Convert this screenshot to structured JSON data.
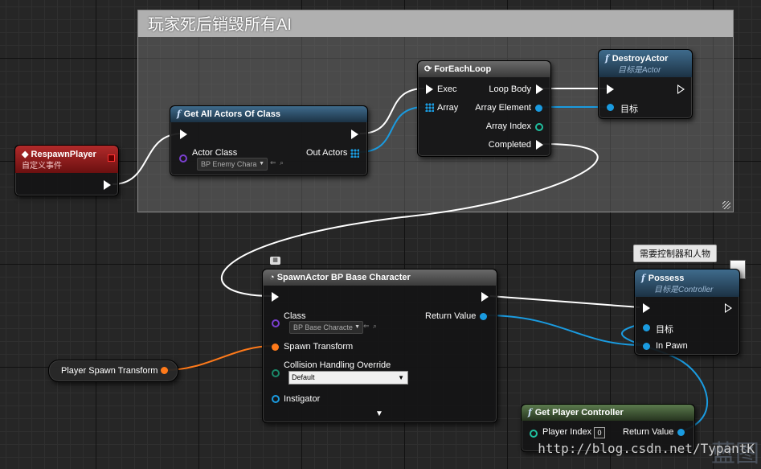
{
  "comment": {
    "title": "玩家死后销毁所有AI"
  },
  "respawn": {
    "title": "RespawnPlayer",
    "subtitle": "自定义事件"
  },
  "get_all": {
    "title": "Get All Actors Of Class",
    "actor_class_label": "Actor Class",
    "actor_class_value": "BP Enemy Chara",
    "out_actors_label": "Out Actors"
  },
  "foreach": {
    "title": "ForEachLoop",
    "exec_label": "Exec",
    "array_label": "Array",
    "loop_body_label": "Loop Body",
    "array_element_label": "Array Element",
    "array_index_label": "Array Index",
    "completed_label": "Completed"
  },
  "destroy": {
    "title": "DestroyActor",
    "subtitle": "目标是Actor",
    "target_label": "目标"
  },
  "spawn": {
    "title": "SpawnActor BP Base Character",
    "class_label": "Class",
    "class_value": "BP Base Characte",
    "spawn_transform_label": "Spawn Transform",
    "collision_label": "Collision Handling Override",
    "collision_value": "Default",
    "instigator_label": "Instigator",
    "return_value_label": "Return Value"
  },
  "player_spawn": {
    "label": "Player Spawn Transform"
  },
  "possess": {
    "title": "Possess",
    "subtitle": "目标是Controller",
    "target_label": "目标",
    "in_pawn_label": "In Pawn",
    "tooltip": "需要控制器和人物"
  },
  "get_pc": {
    "title": "Get Player Controller",
    "player_index_label": "Player Index",
    "player_index_value": "0",
    "return_value_label": "Return Value"
  },
  "watermark": {
    "text": "http://blog.csdn.net/TypantK"
  },
  "colors": {
    "exec": "#ffffff",
    "object": "#1a9be0",
    "struct": "#ff7a1a",
    "class": "#7a3fd0",
    "int": "#20c0a0"
  }
}
